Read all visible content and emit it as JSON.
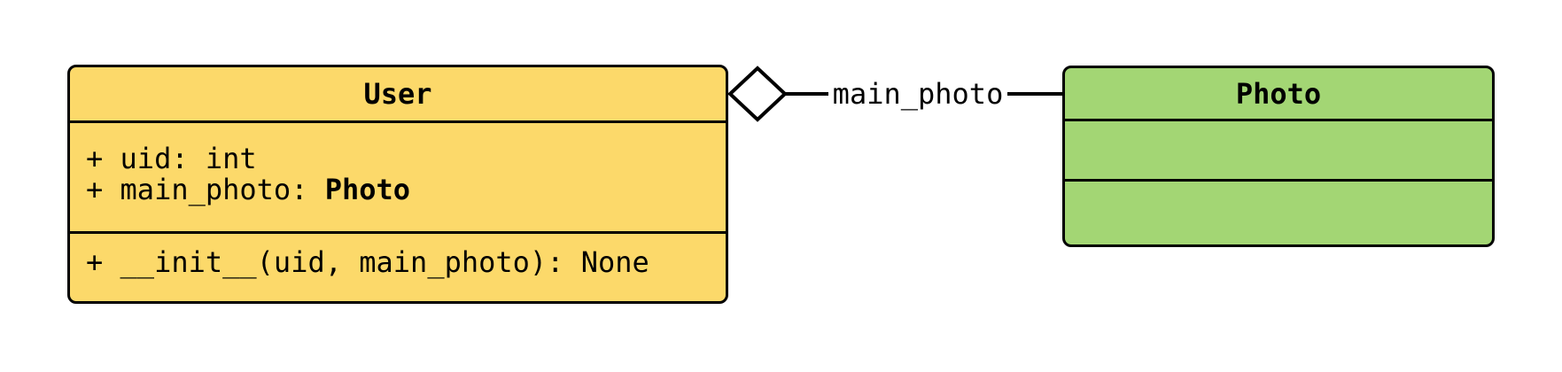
{
  "colors": {
    "background": "#ffffff",
    "user-fill": "#fcd96a",
    "photo-fill": "#a3d674",
    "diamond-fill": "#ffffff",
    "stroke": "#000000"
  },
  "user_class": {
    "name": "User",
    "attributes": [
      {
        "plain": "+ uid: int",
        "bold": ""
      },
      {
        "plain": "+ main_photo: ",
        "bold": "Photo"
      }
    ],
    "methods": [
      {
        "plain": "+ __init__(uid, main_photo): None",
        "bold": ""
      }
    ]
  },
  "photo_class": {
    "name": "Photo",
    "attributes": [],
    "methods": []
  },
  "relationship": {
    "type": "aggregation",
    "diamond_style": "hollow",
    "diamond_side": "User",
    "target": "Photo",
    "label": "main_photo"
  }
}
